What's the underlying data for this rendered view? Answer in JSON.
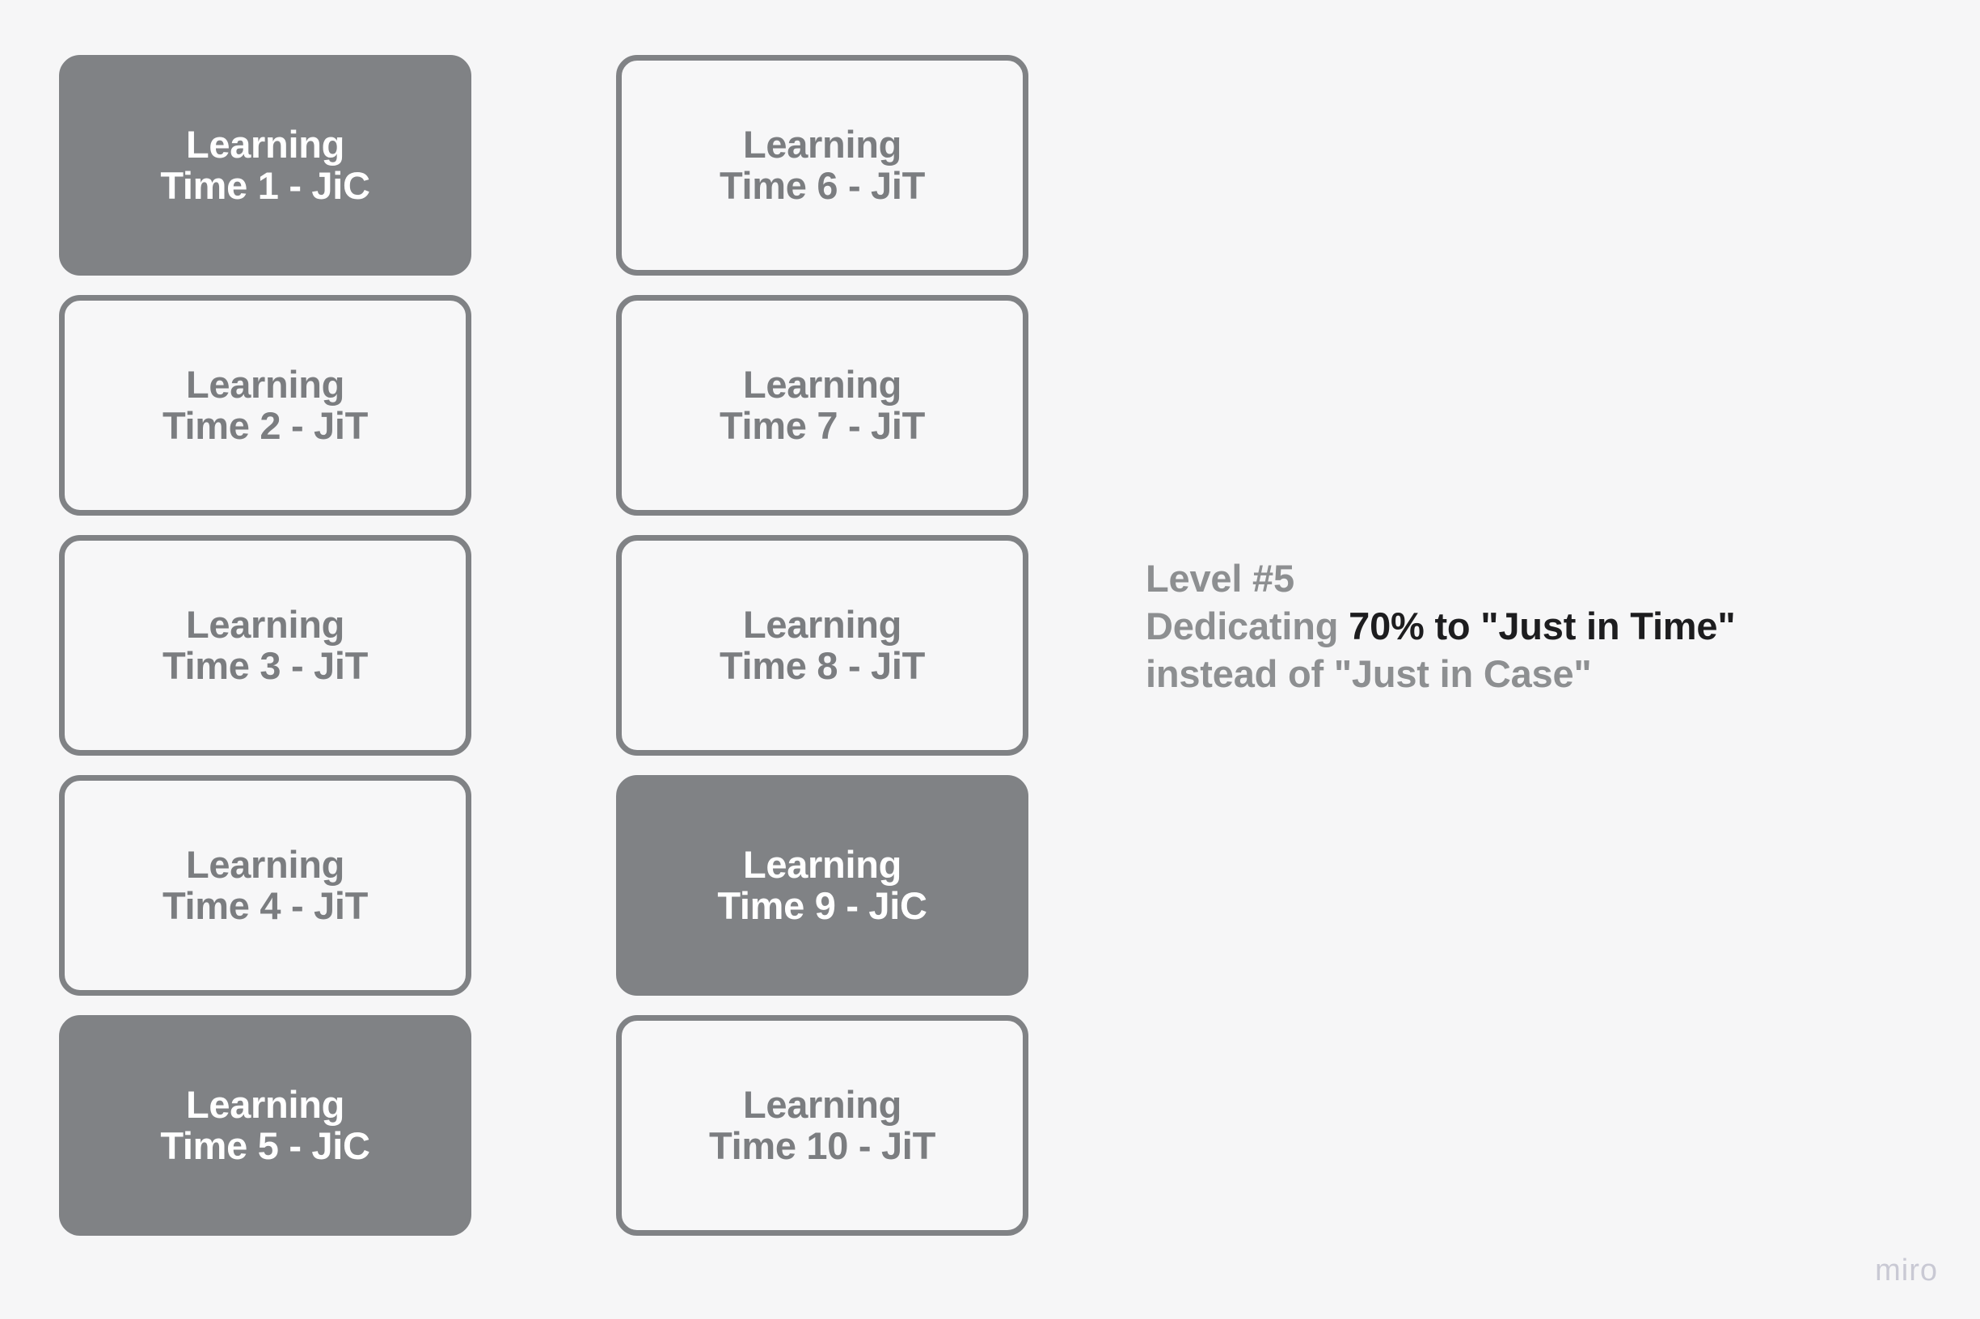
{
  "board": {
    "background_color": "#f6f6f7",
    "fill_color": "#808285",
    "border_color": "#808285",
    "jic_text_color": "#ffffff",
    "jit_text_color": "#7b7d80"
  },
  "columns": [
    {
      "cards": [
        {
          "line1": "Learning",
          "line2": "Time 1 - JiC",
          "style": "jic"
        },
        {
          "line1": "Learning",
          "line2": "Time 2 - JiT",
          "style": "jit"
        },
        {
          "line1": "Learning",
          "line2": "Time 3 - JiT",
          "style": "jit"
        },
        {
          "line1": "Learning",
          "line2": "Time 4 - JiT",
          "style": "jit"
        },
        {
          "line1": "Learning",
          "line2": "Time 5 - JiC",
          "style": "jic"
        }
      ]
    },
    {
      "cards": [
        {
          "line1": "Learning",
          "line2": "Time 6 - JiT",
          "style": "jit"
        },
        {
          "line1": "Learning",
          "line2": "Time 7 - JiT",
          "style": "jit"
        },
        {
          "line1": "Learning",
          "line2": "Time 8 - JiT",
          "style": "jit"
        },
        {
          "line1": "Learning",
          "line2": "Time 9 - JiC",
          "style": "jic"
        },
        {
          "line1": "Learning",
          "line2": "Time 10 - JiT",
          "style": "jit"
        }
      ]
    }
  ],
  "annotation": {
    "line1": "Level #5",
    "line2_prefix": "Dedicating ",
    "line2_emphasis": "70% to \"Just in Time\"",
    "line3": "instead of \"Just in Case\"",
    "text_color": "#8d8f91",
    "emphasis_color": "#1d1d1f"
  },
  "watermark": {
    "label": "miro",
    "color": "#c9c9d4"
  }
}
